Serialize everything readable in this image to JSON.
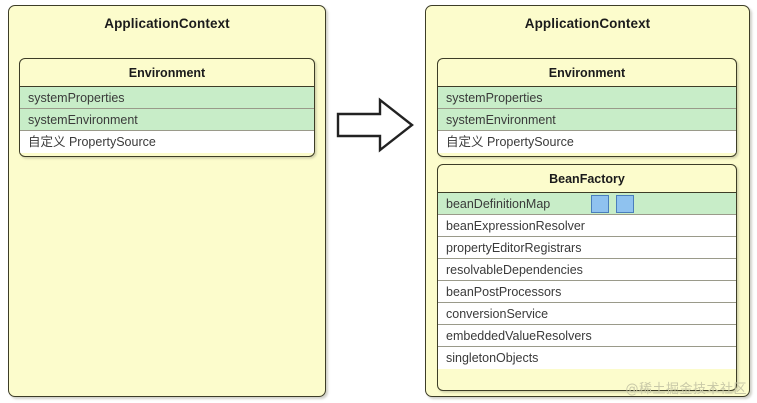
{
  "diagram": {
    "type": "before-after-block-diagram",
    "colors": {
      "panel_fill": "#fcfccc",
      "panel_border": "#3d3d27",
      "row_highlight_green": "#c8edc8",
      "row_plain_white": "#ffffff",
      "badge_fill": "#8fc2ef",
      "badge_border": "#4a7ebb",
      "watermark": "#c9c9a8",
      "arrow_fill": "#ffffff",
      "arrow_stroke": "#222222"
    },
    "arrow": {
      "name": "right-arrow",
      "direction": "right",
      "meaning": "transforms-into"
    },
    "watermark": "@稀土掘金技术社区"
  },
  "left_panel": {
    "title": "ApplicationContext",
    "environment": {
      "title": "Environment",
      "rows": [
        {
          "label": "systemProperties",
          "highlight": "green"
        },
        {
          "label": "systemEnvironment",
          "highlight": "green"
        },
        {
          "label": "自定义 PropertySource",
          "highlight": "none"
        }
      ]
    }
  },
  "right_panel": {
    "title": "ApplicationContext",
    "environment": {
      "title": "Environment",
      "rows": [
        {
          "label": "systemProperties",
          "highlight": "green"
        },
        {
          "label": "systemEnvironment",
          "highlight": "green"
        },
        {
          "label": "自定义 PropertySource",
          "highlight": "none"
        }
      ]
    },
    "bean_factory": {
      "title": "BeanFactory",
      "rows": [
        {
          "label": "beanDefinitionMap",
          "highlight": "green",
          "badges": 2
        },
        {
          "label": "beanExpressionResolver",
          "highlight": "none",
          "badges": 0
        },
        {
          "label": "propertyEditorRegistrars",
          "highlight": "none",
          "badges": 0
        },
        {
          "label": "resolvableDependencies",
          "highlight": "none",
          "badges": 0
        },
        {
          "label": "beanPostProcessors",
          "highlight": "none",
          "badges": 0
        },
        {
          "label": "conversionService",
          "highlight": "none",
          "badges": 0
        },
        {
          "label": "embeddedValueResolvers",
          "highlight": "none",
          "badges": 0
        },
        {
          "label": "singletonObjects",
          "highlight": "none",
          "badges": 0
        }
      ]
    }
  }
}
